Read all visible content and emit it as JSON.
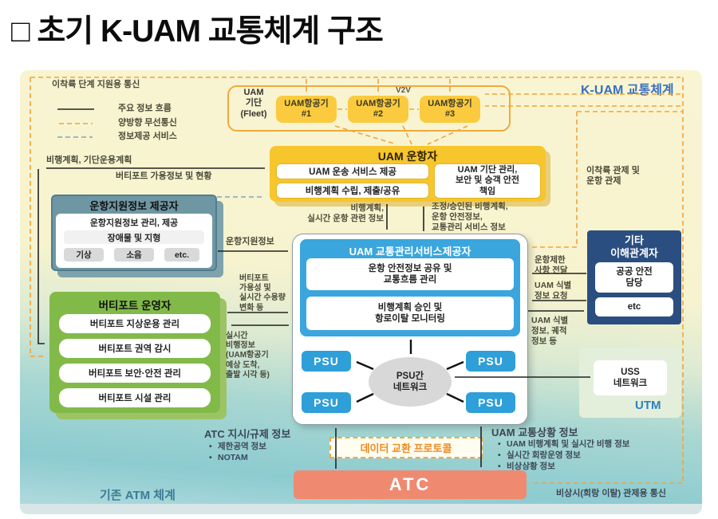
{
  "title": "□ 초기 K-UAM 교통체계 구조",
  "zones": {
    "kuam_label": "K-UAM 교통체계",
    "atm_label": "기존 ATM 체계",
    "utm_label": "UTM"
  },
  "legend": {
    "comm_label": "이착륙 단계 지원용 통신",
    "flow_main": "주요 정보 흐름",
    "flow_wireless": "양방향 무선통신",
    "flow_service": "정보제공 서비스"
  },
  "fleet": {
    "label": "UAM\n기단\n(Fleet)",
    "v2v": "V2V",
    "aircraft": [
      "UAM항공기\n#1",
      "UAM항공기\n#2",
      "UAM항공기\n#3"
    ]
  },
  "operator": {
    "title": "UAM 운항자",
    "item1": "UAM 운송 서비스 제공",
    "item2": "비행계획 수립, 제출/공유",
    "item3": "UAM 기단 관리,\n보안 및 승객 안전\n책임"
  },
  "support": {
    "title": "운항지원정보 제공자",
    "subtitle": "운항지원정보 관리, 제공",
    "item": "장애물 및 지형",
    "chips": [
      "기상",
      "소음",
      "etc."
    ]
  },
  "vertiport": {
    "title": "버티포트 운영자",
    "items": [
      "버티포트 지상운용 관리",
      "버티포트 권역 감시",
      "버티포트 보안·안전 관리",
      "버티포트 시설 관리"
    ]
  },
  "psc": {
    "title": "UAM 교통관리서비스제공자",
    "item1": "운항 안전정보 공유 및\n교통흐름 관리",
    "item2": "비행계획 승인 및\n항로이탈 모니터링",
    "psu": "PSU",
    "network": "PSU간\n네트워크"
  },
  "stakeholders": {
    "title": "기타\n이해관계자",
    "item1": "공공 안전\n담당",
    "item2": "etc"
  },
  "utm": {
    "uss": "USS\n네트워크"
  },
  "atc": {
    "label": "ATC",
    "protocol": "데이터 교환 프로토콜"
  },
  "flows": {
    "plan_fleet": "비행계획, 기단운용계획",
    "vertiport_avail": "버티포트 가용정보 및 현황",
    "support_info": "운항지원정보",
    "flight_plan_rt": "비행계획,\n실시간 운항 관련 정보",
    "approved_plan": "조정/승인된 비행계획,\n운항 안전정보,\n교통관리 서비스 정보",
    "takeoff_control": "이착륙 관제 및\n운항 관제",
    "restriction": "운항제한\n사항 전달",
    "id_request": "UAM 식별\n정보 요청",
    "id_info": "UAM 식별\n정보, 궤적\n정보 등",
    "vp_capacity": "버티포트\n가용성 및\n실시간 수용량\n변화 등",
    "rt_flight_info": "실시간\n비행정보\n(UAM항공기\n예상 도착,\n출발 시각 등)",
    "atc_info_title": "ATC 지시/규제 정보",
    "atc_info_items": [
      "제한공역 정보",
      "NOTAM"
    ],
    "uam_traffic_title": "UAM 교통상황 정보",
    "uam_traffic_items": [
      "UAM 비행계획 및 실시간 비행 정보",
      "실시간 회랑운영 정보",
      "비상상황 정보"
    ],
    "emergency": "비상시(회랑 이탈) 관제용 통신"
  },
  "colors": {
    "accent_orange": "#F0A43C",
    "operator_yellow": "#F7C52C",
    "aircraft_amber": "#FBCA3E",
    "psc_blue": "#3AA6DD",
    "psu_blue": "#2F9FD9",
    "stakeholder_navy": "#2B4E80",
    "vertiport_green": "#82BA4A",
    "support_teal": "#6F97A3",
    "atc_salmon": "#EF8A70",
    "zone_label_blue": "#3A6FC0",
    "atm_label_teal": "#3C7D95"
  }
}
